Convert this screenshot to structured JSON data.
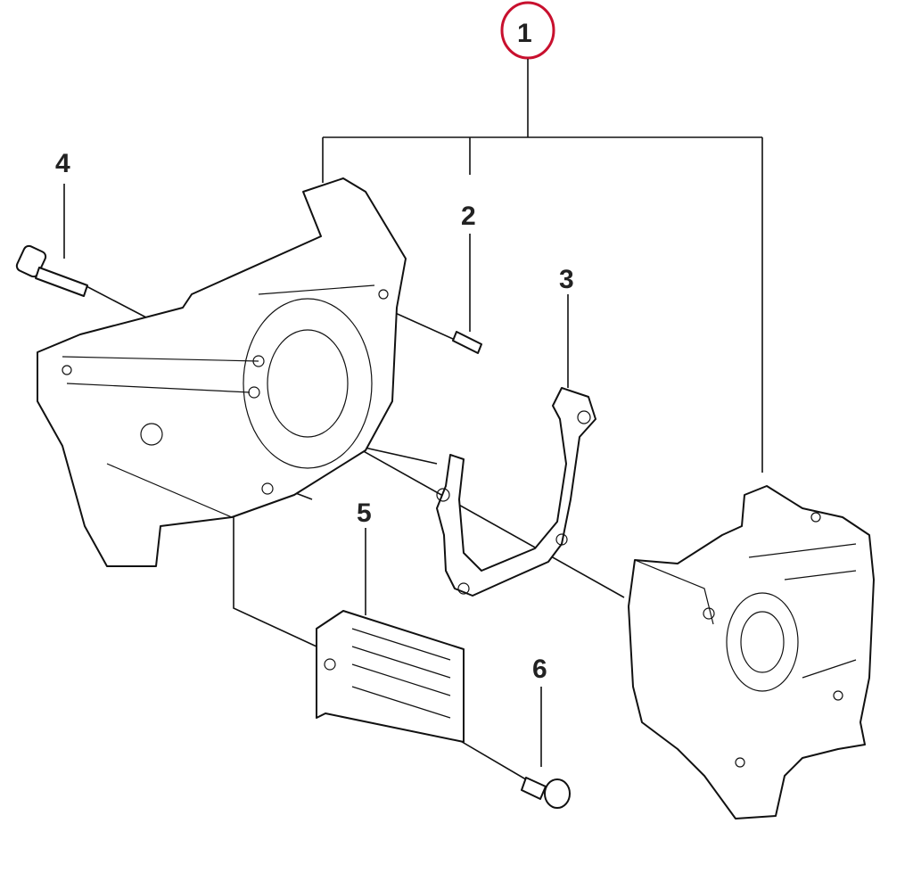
{
  "diagram": {
    "callouts": [
      {
        "id": "1",
        "highlighted": true
      },
      {
        "id": "2"
      },
      {
        "id": "3"
      },
      {
        "id": "4"
      },
      {
        "id": "5"
      },
      {
        "id": "6"
      }
    ],
    "highlight_color": "#c8102e"
  }
}
